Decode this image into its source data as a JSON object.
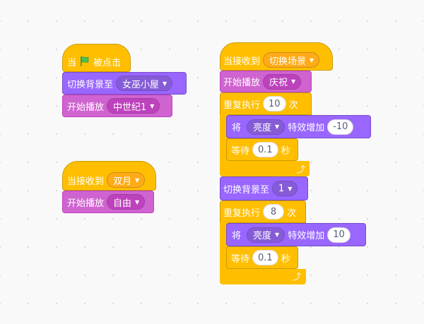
{
  "script1": {
    "hat_when": "当",
    "hat_clicked": "被点击",
    "switch_label": "切换背景至",
    "switch_value": "女巫小屋",
    "play_label": "开始播放",
    "play_value": "中世纪1"
  },
  "script2": {
    "hat_label": "当接收到",
    "hat_value": "双月",
    "play_label": "开始播放",
    "play_value": "自由"
  },
  "script3": {
    "hat_label": "当接收到",
    "hat_value": "切换场景",
    "play_label": "开始播放",
    "play_value": "庆祝",
    "repeat1_label": "重复执行",
    "repeat1_times": "10",
    "repeat1_suffix": "次",
    "effect1_prefix": "将",
    "effect1_name": "亮度",
    "effect1_label": "特效增加",
    "effect1_value": "-10",
    "wait1_label": "等待",
    "wait1_value": "0.1",
    "wait1_suffix": "秒",
    "switch_label": "切换背景至",
    "switch_value": "1",
    "repeat2_label": "重复执行",
    "repeat2_times": "8",
    "repeat2_suffix": "次",
    "effect2_prefix": "将",
    "effect2_name": "亮度",
    "effect2_label": "特效增加",
    "effect2_value": "10",
    "wait2_label": "等待",
    "wait2_value": "0.1",
    "wait2_suffix": "秒"
  },
  "icons": {
    "flag": "green-flag-icon",
    "dropdown": "caret-down-icon",
    "loop": "loop-arrow-icon"
  },
  "colors": {
    "events": "#ffbf00",
    "looks": "#9966ff",
    "sound": "#cf63cf",
    "control": "#ffab19",
    "background": "#f9f9f9"
  }
}
